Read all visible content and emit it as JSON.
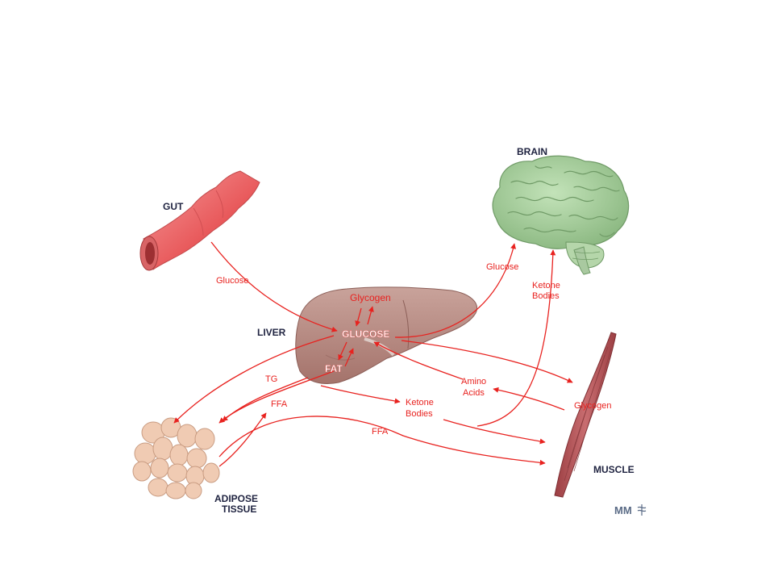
{
  "colors": {
    "arrow": "#e8221f",
    "organ_label": "#1f2340",
    "gut": "#e8585a",
    "liver": "#b98a82",
    "brain": "#a9d3a0",
    "muscle": "#b3575a",
    "adipose": "#f0cbb3"
  },
  "organs": {
    "gut": "GUT",
    "brain": "BRAIN",
    "liver": "LIVER",
    "muscle": "MUSCLE",
    "adipose_line1": "ADIPOSE",
    "adipose_line2": "TISSUE"
  },
  "liver_labels": {
    "glycogen": "Glycogen",
    "glucose": "GLUCOSE",
    "fat": "FAT"
  },
  "flows": {
    "gut_glucose": "Glucose",
    "brain_glucose": "Glucose",
    "brain_ketone_line1": "Ketone",
    "brain_ketone_line2": "Bodies",
    "tg": "TG",
    "ffa_to_liver": "FFA",
    "ketone_line1": "Ketone",
    "ketone_line2": "Bodies",
    "ffa_to_muscle": "FFA",
    "amino_line1": "Amino",
    "amino_line2": "Acids",
    "muscle_glycogen": "Glycogen"
  },
  "logo": "MM"
}
